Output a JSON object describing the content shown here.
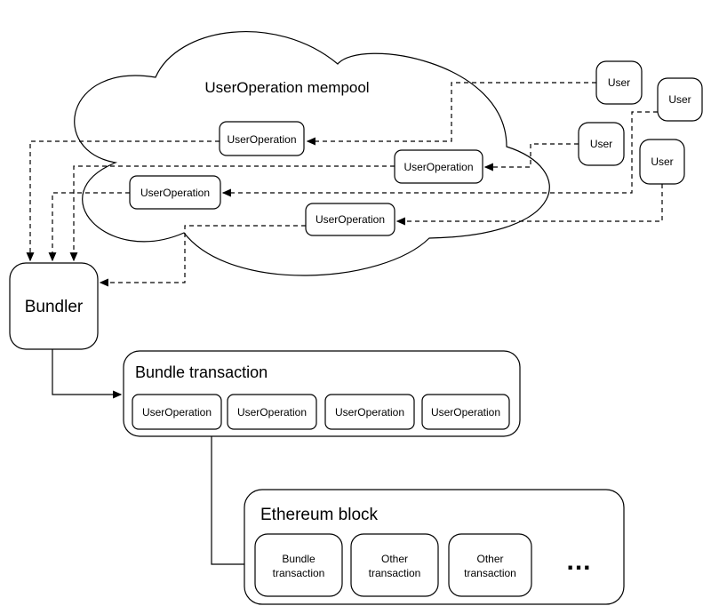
{
  "diagram": {
    "mempool": {
      "title": "UserOperation mempool",
      "nodes": [
        "UserOperation",
        "UserOperation",
        "UserOperation",
        "UserOperation"
      ]
    },
    "users": [
      "User",
      "User",
      "User",
      "User"
    ],
    "bundler": {
      "label": "Bundler"
    },
    "bundle_transaction": {
      "title": "Bundle transaction",
      "nodes": [
        "UserOperation",
        "UserOperation",
        "UserOperation",
        "UserOperation"
      ]
    },
    "ethereum_block": {
      "title": "Ethereum block",
      "nodes": [
        {
          "lines": [
            "Bundle",
            "transaction"
          ]
        },
        {
          "lines": [
            "Other",
            "transaction"
          ]
        },
        {
          "lines": [
            "Other",
            "transaction"
          ]
        }
      ],
      "ellipsis": "..."
    },
    "edges": [
      {
        "from": "user-1",
        "to": "mempool-userop-1",
        "style": "dashed-arrow"
      },
      {
        "from": "user-2",
        "to": "mempool-userop-2",
        "style": "dashed-arrow"
      },
      {
        "from": "user-3",
        "to": "mempool-userop-3",
        "style": "dashed-arrow"
      },
      {
        "from": "user-4",
        "to": "mempool-userop-4",
        "style": "dashed-arrow"
      },
      {
        "from": "mempool-userop-1",
        "to": "bundler",
        "style": "dashed-arrow"
      },
      {
        "from": "mempool-userop-2",
        "to": "bundler",
        "style": "dashed-arrow"
      },
      {
        "from": "mempool-userop-3",
        "to": "bundler",
        "style": "dashed-arrow"
      },
      {
        "from": "mempool-userop-4",
        "to": "bundler",
        "style": "dashed-arrow"
      },
      {
        "from": "bundler",
        "to": "bundle-transaction",
        "style": "solid-arrow"
      },
      {
        "from": "bundle-transaction",
        "to": "ethereum-bundle-transaction",
        "style": "solid-arrow"
      }
    ],
    "colors": {
      "stroke": "#000000",
      "fill": "#ffffff",
      "background": "#ffffff"
    }
  }
}
